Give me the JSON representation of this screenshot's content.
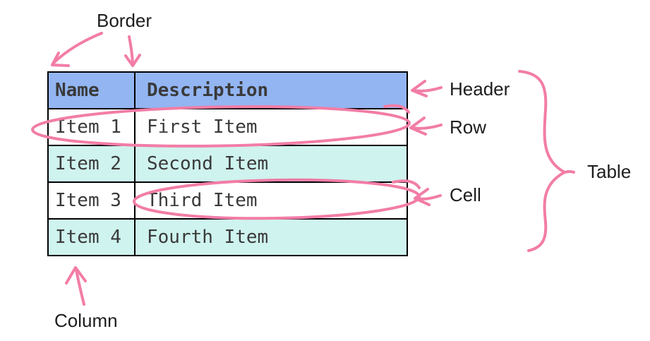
{
  "colors": {
    "header_fill": "#93b5f2",
    "stripe_fill": "#cff3ee",
    "row_fill": "#ffffff",
    "table_border": "#000000",
    "table_text": "#3a3a3a",
    "label_text": "#1d1d1d",
    "annotation_pink": "#f27da6",
    "background": "#ffffff"
  },
  "table": {
    "headers": [
      "Name",
      "Description"
    ],
    "rows": [
      [
        "Item 1",
        "First Item"
      ],
      [
        "Item 2",
        "Second Item"
      ],
      [
        "Item 3",
        "Third Item"
      ],
      [
        "Item 4",
        "Fourth Item"
      ]
    ]
  },
  "annotations": {
    "border": "Border",
    "header": "Header",
    "row": "Row",
    "cell": "Cell",
    "table": "Table",
    "column": "Column"
  }
}
